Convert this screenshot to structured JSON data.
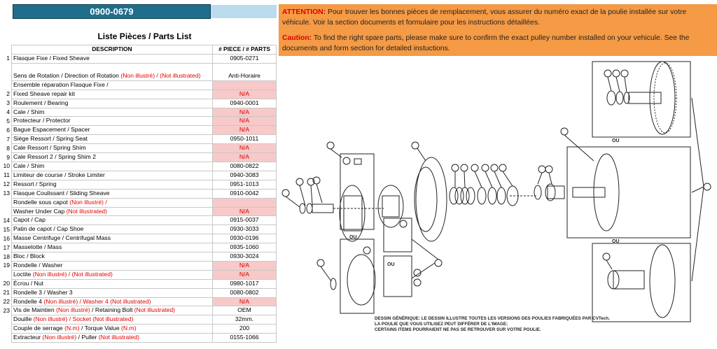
{
  "header": {
    "part_number": "0900-0679"
  },
  "list": {
    "title": "Liste Pièces / Parts List",
    "col_desc": "DESCRIPTION",
    "col_part": "# PIECE / # PARTS"
  },
  "rows": [
    {
      "num": "1",
      "desc": "Flasque Fixe / Fixed Sheave",
      "part": "0905-0271"
    },
    {
      "num": "",
      "desc": "Sens de Rotation / Direction of Rotation",
      "red": " (Non illustré) / (Not illustrated)",
      "part": "Anti-Horaire",
      "tall": true
    },
    {
      "num": "",
      "desc": "Ensemble réparation Flasque Fixe /",
      "part": "",
      "na": true
    },
    {
      "num": "2",
      "desc": "Fixed Sheave repair kit",
      "part": "N/A",
      "na": true
    },
    {
      "num": "3",
      "desc": "Roulement / Bearing",
      "part": "0940-0001"
    },
    {
      "num": "4",
      "desc": "Cale / Shim",
      "part": "N/A",
      "na": true
    },
    {
      "num": "5",
      "desc": "Protecteur / Protector",
      "part": "N/A",
      "na": true
    },
    {
      "num": "6",
      "desc": "Bague Espacement / Spacer",
      "part": "N/A",
      "na": true
    },
    {
      "num": "7",
      "desc": "Siège Ressort / Spring Seat",
      "part": "0950-1011"
    },
    {
      "num": "8",
      "desc": "Cale Ressort / Spring Shim",
      "part": "N/A",
      "na": true
    },
    {
      "num": "9",
      "desc": "Cale Ressort 2 / Spring Shim 2",
      "part": "N/A",
      "na": true
    },
    {
      "num": "10",
      "desc": "Cale / Shim",
      "part": "0080-0822"
    },
    {
      "num": "11",
      "desc": "Limiteur de course / Stroke Limiter",
      "part": "0940-3083"
    },
    {
      "num": "12",
      "desc": "Ressort / Spring",
      "part": "0951-1013"
    },
    {
      "num": "13",
      "desc": "Flasque Coulissant / Sliding Sheave",
      "part": "0910-0042"
    },
    {
      "num": "",
      "desc": "Rondelle sous capot",
      "red": " (Non illustré) /",
      "part": "",
      "na": true
    },
    {
      "num": "",
      "desc": "Washer Under Cap",
      "red": " (Not illustrated)",
      "part": "N/A",
      "na": true
    },
    {
      "num": "14",
      "desc": "Capot / Cap",
      "part": "0915-0037"
    },
    {
      "num": "15",
      "desc": "Patin de capot / Cap Shoe",
      "part": "0930-3033"
    },
    {
      "num": "16",
      "desc": "Masse Centrifuge / Centrifugal Mass",
      "part": "0930-0196"
    },
    {
      "num": "17",
      "desc": "Masselotte / Mass",
      "part": "0935-1060"
    },
    {
      "num": "18",
      "desc": "Bloc / Block",
      "part": "0930-3024"
    },
    {
      "num": "19",
      "desc": "Rondelle / Washer",
      "part": "N/A",
      "na": true
    },
    {
      "num": "",
      "desc": "Loctite",
      "red": " (Non illustré) / (Not illustrated)",
      "part": "N/A",
      "na": true
    },
    {
      "num": "20",
      "desc": "Écrou / Nut",
      "part": "0980-1017"
    },
    {
      "num": "21",
      "desc": "Rondelle 3 / Washer 3",
      "part": "0080-0802"
    },
    {
      "num": "22",
      "desc": "Rondelle 4",
      "red": " (Non illustré) / Washer 4 (Not illustrated)",
      "part": "N/A",
      "na": true
    },
    {
      "num": "23",
      "desc": "Vis de Maintien",
      "red": " (Non illustré)",
      "desc2": " / Retaining Bolt",
      "red2": " (Not illustrated)",
      "part": "OEM"
    },
    {
      "num": "",
      "desc": "Douille",
      "red": " (Non illustré) / Socket (Not illustrated)",
      "part": "32mm."
    },
    {
      "num": "",
      "desc": "Couple de serrage",
      "red": " (N.m)",
      "desc2": " / Torque Value",
      "red2": " (N.m)",
      "part": "200"
    },
    {
      "num": "",
      "desc": "Extracteur",
      "red": " (Non illustré)",
      "desc2": " / Puller",
      "red2": " (Not illustrated)",
      "part": "0155-1066"
    }
  ],
  "banner": {
    "attention_label": "ATTENTION:",
    "attention_text": " Pour trouver les bonnes pièces de remplacement, vous assurer du numéro exact de la poulie installée sur votre véhicule. Voir la section documents et formulaire pour les instructions détaillées.",
    "caution_label": "Caution:",
    "caution_text": " To find the right spare parts, please make sure to confirm the exact pulley number installed on your vehicule. See the documents and form section for detailed instuctions."
  },
  "diagram": {
    "ou_labels": [
      "OU",
      "OU",
      "OU",
      "OU"
    ],
    "note_lines": [
      "DESSIN GÉNÉRIQUE: LE DESSIN ILLUSTRE TOUTES LES VERSIONS DES POULIES FABRIQUÉES PAR CVTech.",
      "LA POULIE QUE VOUS UTILISEZ PEUT DIFFÉRER DE L'IMAGE;",
      "CERTAINS ITEMS POURRAIENT NE PAS SE RETROUVER SUR VOTRE POULIE."
    ]
  },
  "colors": {
    "header_blue": "#1f6e8c",
    "banner_orange": "#f59a45",
    "na_pink": "#f8c9c9",
    "red_text": "#e00000"
  }
}
